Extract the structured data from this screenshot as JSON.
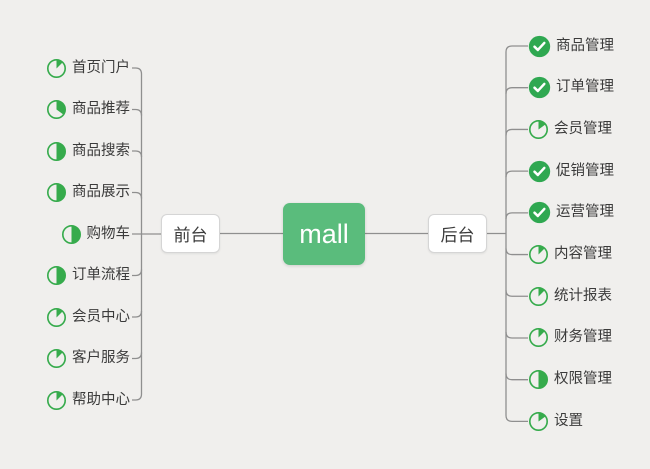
{
  "root": {
    "label": "mall"
  },
  "branches": [
    {
      "label": "前台",
      "side": "left",
      "items": [
        {
          "label": "首页门户",
          "progress": 0.125
        },
        {
          "label": "商品推荐",
          "progress": 0.35
        },
        {
          "label": "商品搜索",
          "progress": 0.5
        },
        {
          "label": "商品展示",
          "progress": 0.5
        },
        {
          "label": "购物车",
          "progress": 0.5
        },
        {
          "label": "订单流程",
          "progress": 0.5
        },
        {
          "label": "会员中心",
          "progress": 0.125
        },
        {
          "label": "客户服务",
          "progress": 0.125
        },
        {
          "label": "帮助中心",
          "progress": 0.125
        }
      ]
    },
    {
      "label": "后台",
      "side": "right",
      "items": [
        {
          "label": "商品管理",
          "progress": 1
        },
        {
          "label": "订单管理",
          "progress": 1
        },
        {
          "label": "会员管理",
          "progress": 0.15
        },
        {
          "label": "促销管理",
          "progress": 1
        },
        {
          "label": "运营管理",
          "progress": 1
        },
        {
          "label": "内容管理",
          "progress": 0.125
        },
        {
          "label": "统计报表",
          "progress": 0.125
        },
        {
          "label": "财务管理",
          "progress": 0.125
        },
        {
          "label": "权限管理",
          "progress": 0.5
        },
        {
          "label": "设置",
          "progress": 0.15
        }
      ]
    }
  ],
  "colors": {
    "background": "#f0efed",
    "root_bg": "#5abc7c",
    "root_text": "#ffffff",
    "icon_green": "#36ab4c",
    "check_bg": "#2fa851",
    "check_mark": "#ffffff",
    "line": "#8f8f8f",
    "node_border": "#d5d5d5",
    "text": "#3b3b3b"
  }
}
